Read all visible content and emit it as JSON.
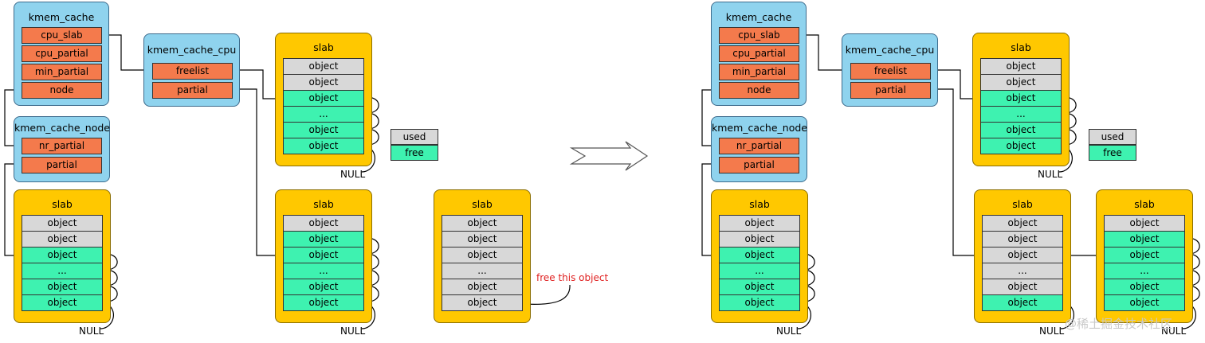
{
  "titles": {
    "kmem_cache": "kmem_cache",
    "kmem_cache_cpu": "kmem_cache_cpu",
    "kmem_cache_node": "kmem_cache_node",
    "slab": "slab"
  },
  "kmem_cache_fields": [
    "cpu_slab",
    "cpu_partial",
    "min_partial",
    "node"
  ],
  "kmem_cache_cpu_fields": [
    "freelist",
    "partial"
  ],
  "kmem_cache_node_fields": [
    "nr_partial",
    "partial"
  ],
  "object_label": "object",
  "ellipsis": "...",
  "null_label": "NULL",
  "legend": {
    "used": "used",
    "free": "free"
  },
  "annotation": "free this object",
  "watermark": "@稀土掘金技术社区",
  "colors": {
    "struct_box": "#8fd3ee",
    "slab_box": "#ffc800",
    "field": "#f47a4c",
    "used_object": "#d8d8d8",
    "free_object": "#3ef2b0",
    "annotation": "#e02020"
  }
}
